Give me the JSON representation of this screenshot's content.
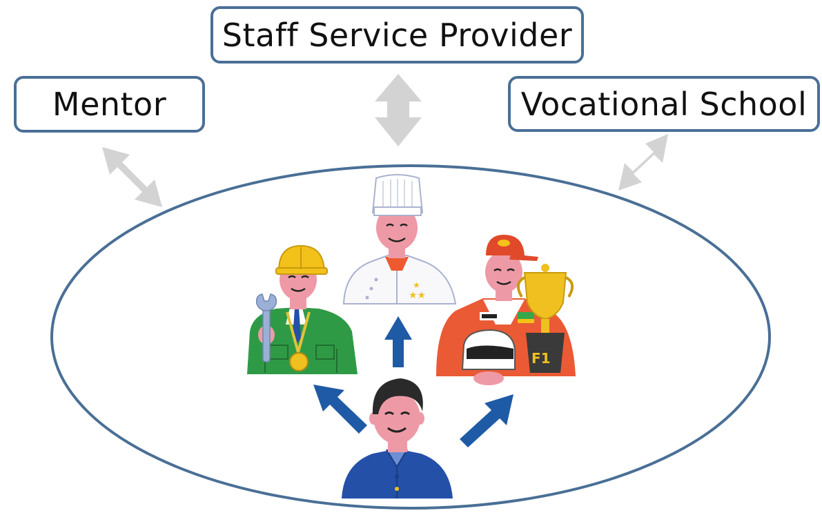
{
  "labels": {
    "mentor": "Mentor",
    "staff_service_provider": "Staff Service Provider",
    "vocational_school": "Vocational School"
  },
  "figures": [
    {
      "name": "worker",
      "icon": "worker-icon"
    },
    {
      "name": "engineer",
      "icon": "engineer-icon"
    },
    {
      "name": "chef",
      "icon": "chef-icon"
    },
    {
      "name": "racer",
      "icon": "racer-icon"
    }
  ],
  "colors": {
    "box_border": "#4a6f96",
    "ellipse_border": "#4a6f96",
    "connector_arrow": "#d3d3d3",
    "growth_arrow": "#1f5aa6",
    "engineer_suit": "#2f9a46",
    "racer_suit": "#ea5a35",
    "worker_shirt": "#2450a8",
    "helmet_yellow": "#f3c21a",
    "skin": "#ee9aa6"
  }
}
